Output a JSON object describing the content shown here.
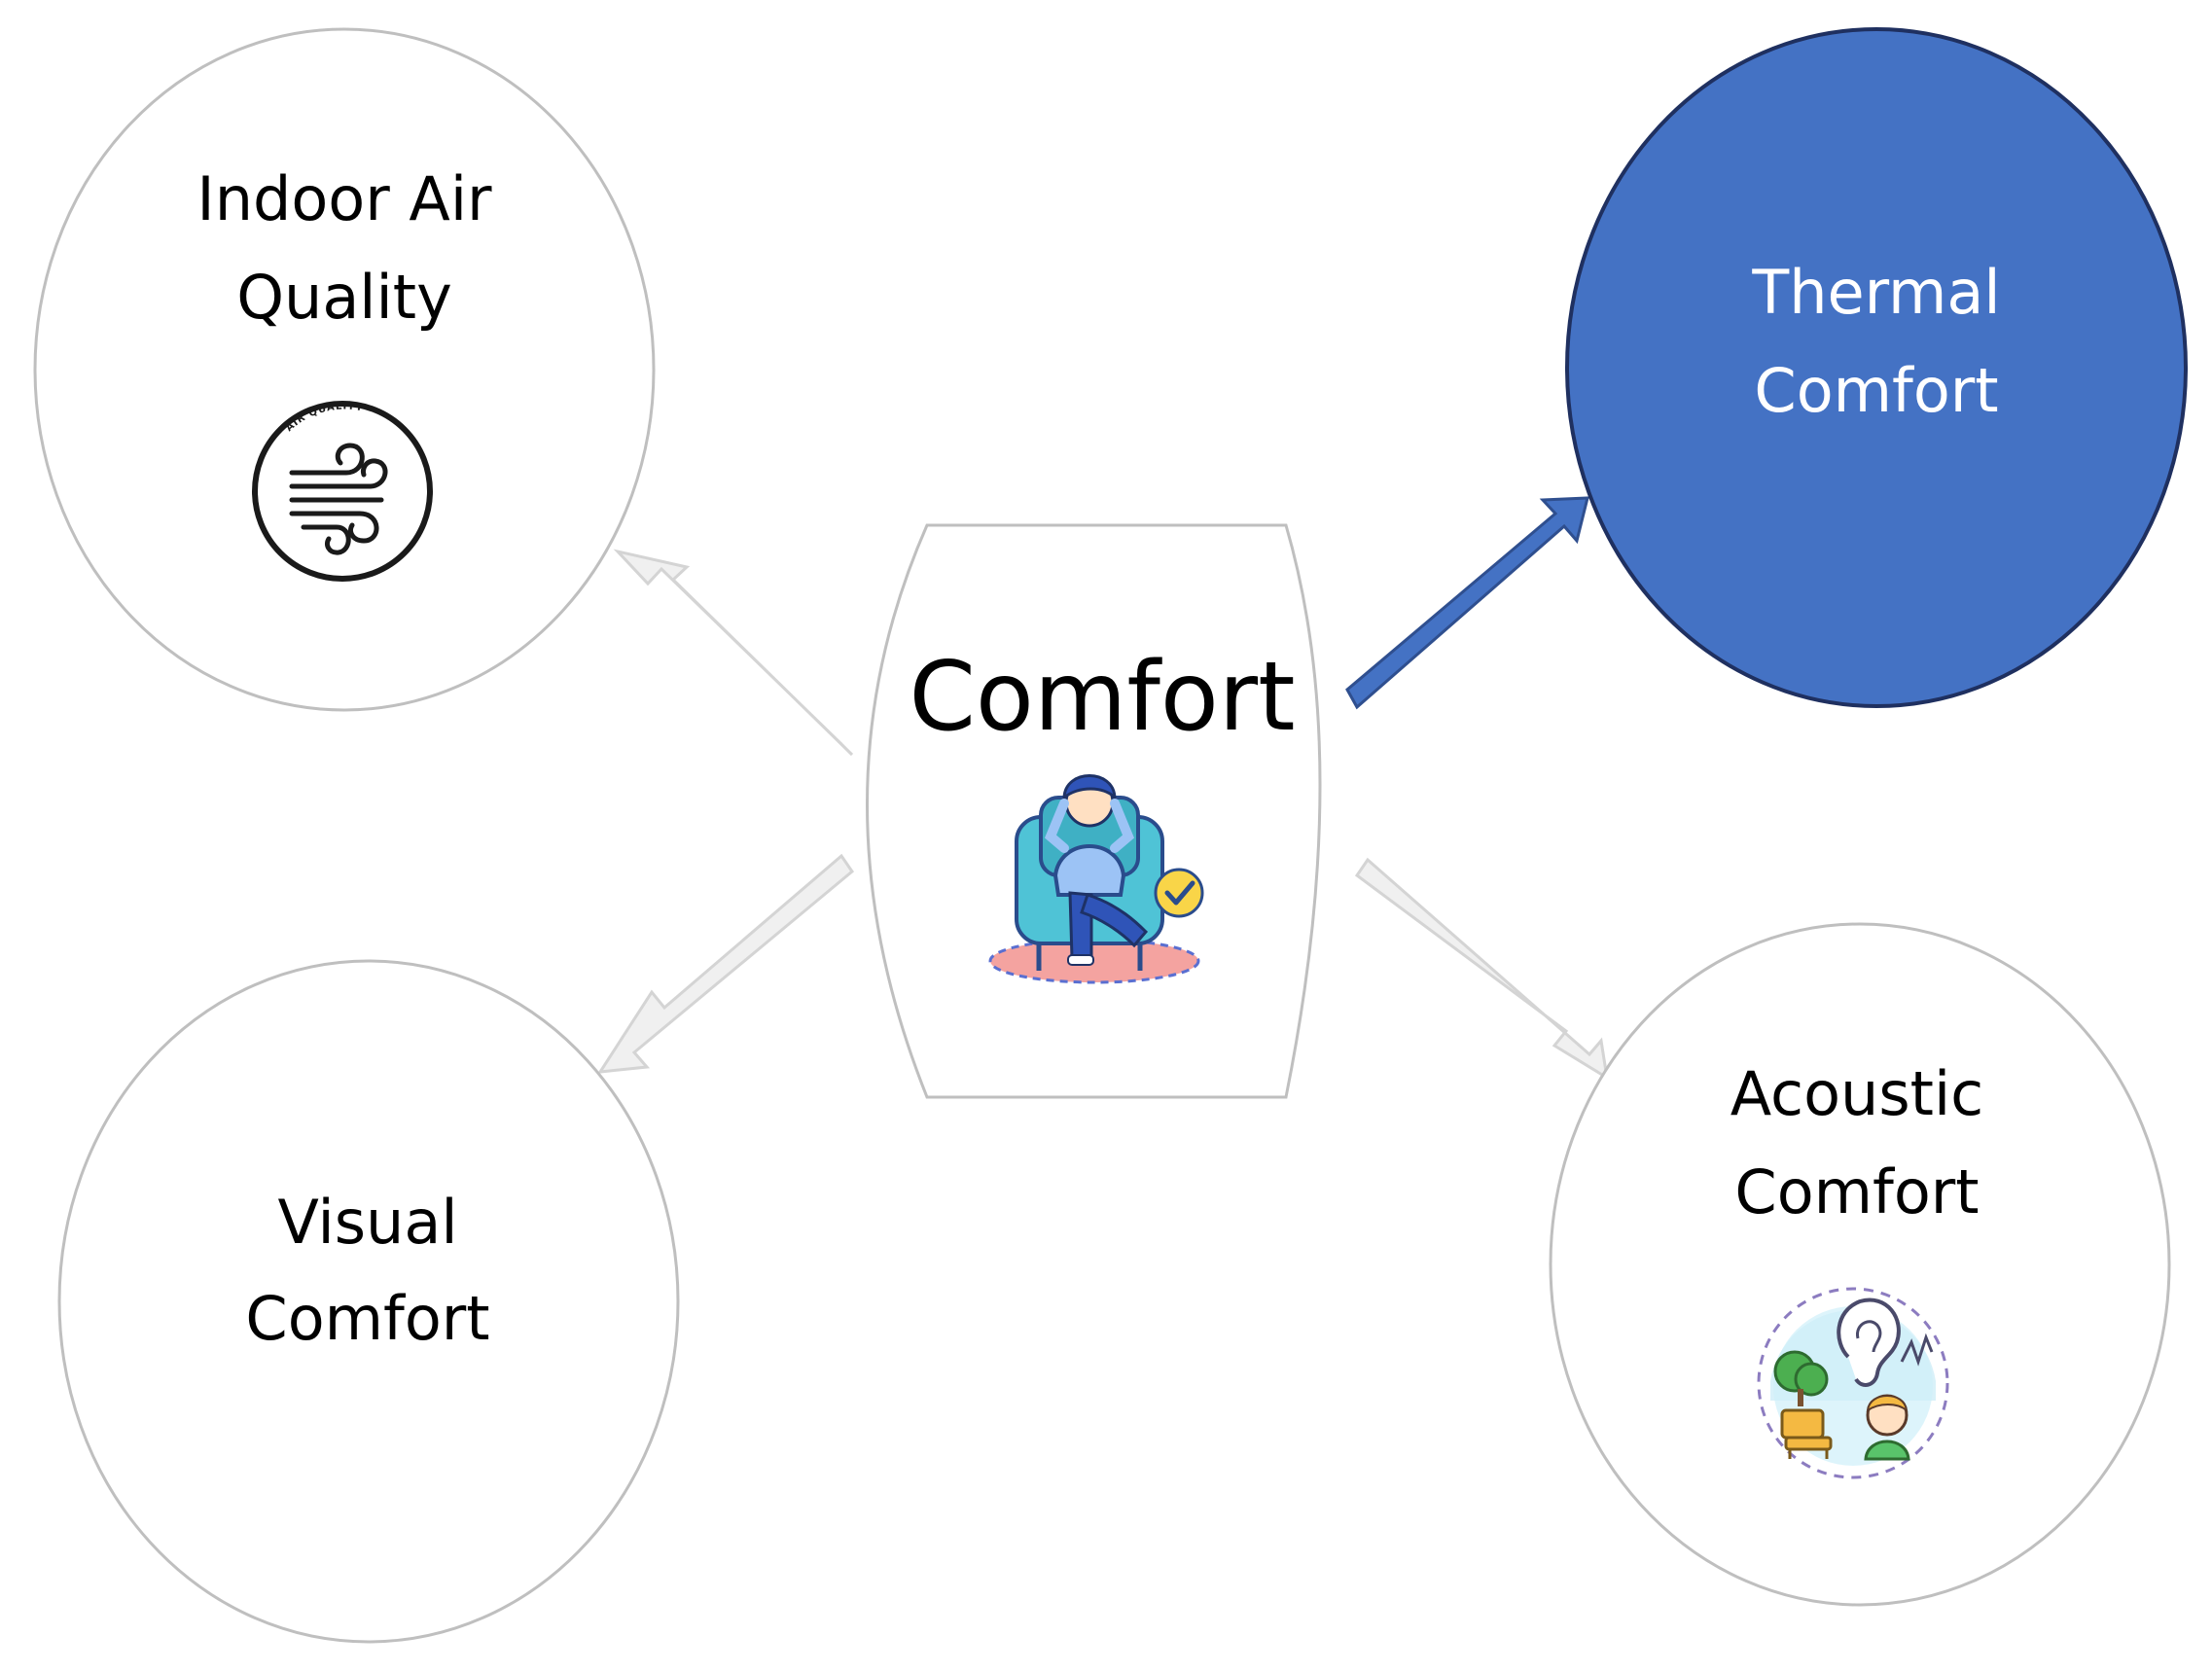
{
  "center": {
    "label": "Comfort",
    "icon": "person-relaxing-in-armchair-icon"
  },
  "nodes": {
    "indoor_air": {
      "line1": "Indoor Air",
      "line2": "Quality",
      "icon": "air-quality-wind-icon",
      "icon_caption": "AIR QUALITY"
    },
    "thermal": {
      "line1": "Thermal",
      "line2": "Comfort"
    },
    "visual": {
      "line1": "Visual",
      "line2": "Comfort"
    },
    "acoustic": {
      "line1": "Acoustic",
      "line2": "Comfort",
      "icon": "acoustic-ear-listener-icon"
    }
  },
  "colors": {
    "highlight_fill": "#4472C4",
    "highlight_stroke": "#2F4F8F",
    "highlight_text": "#FFFFFF",
    "circle_stroke": "#BFBFBF",
    "arrow_fill": "#F0F0F0",
    "arrow_stroke": "#D4D4D4",
    "text": "#000000"
  }
}
